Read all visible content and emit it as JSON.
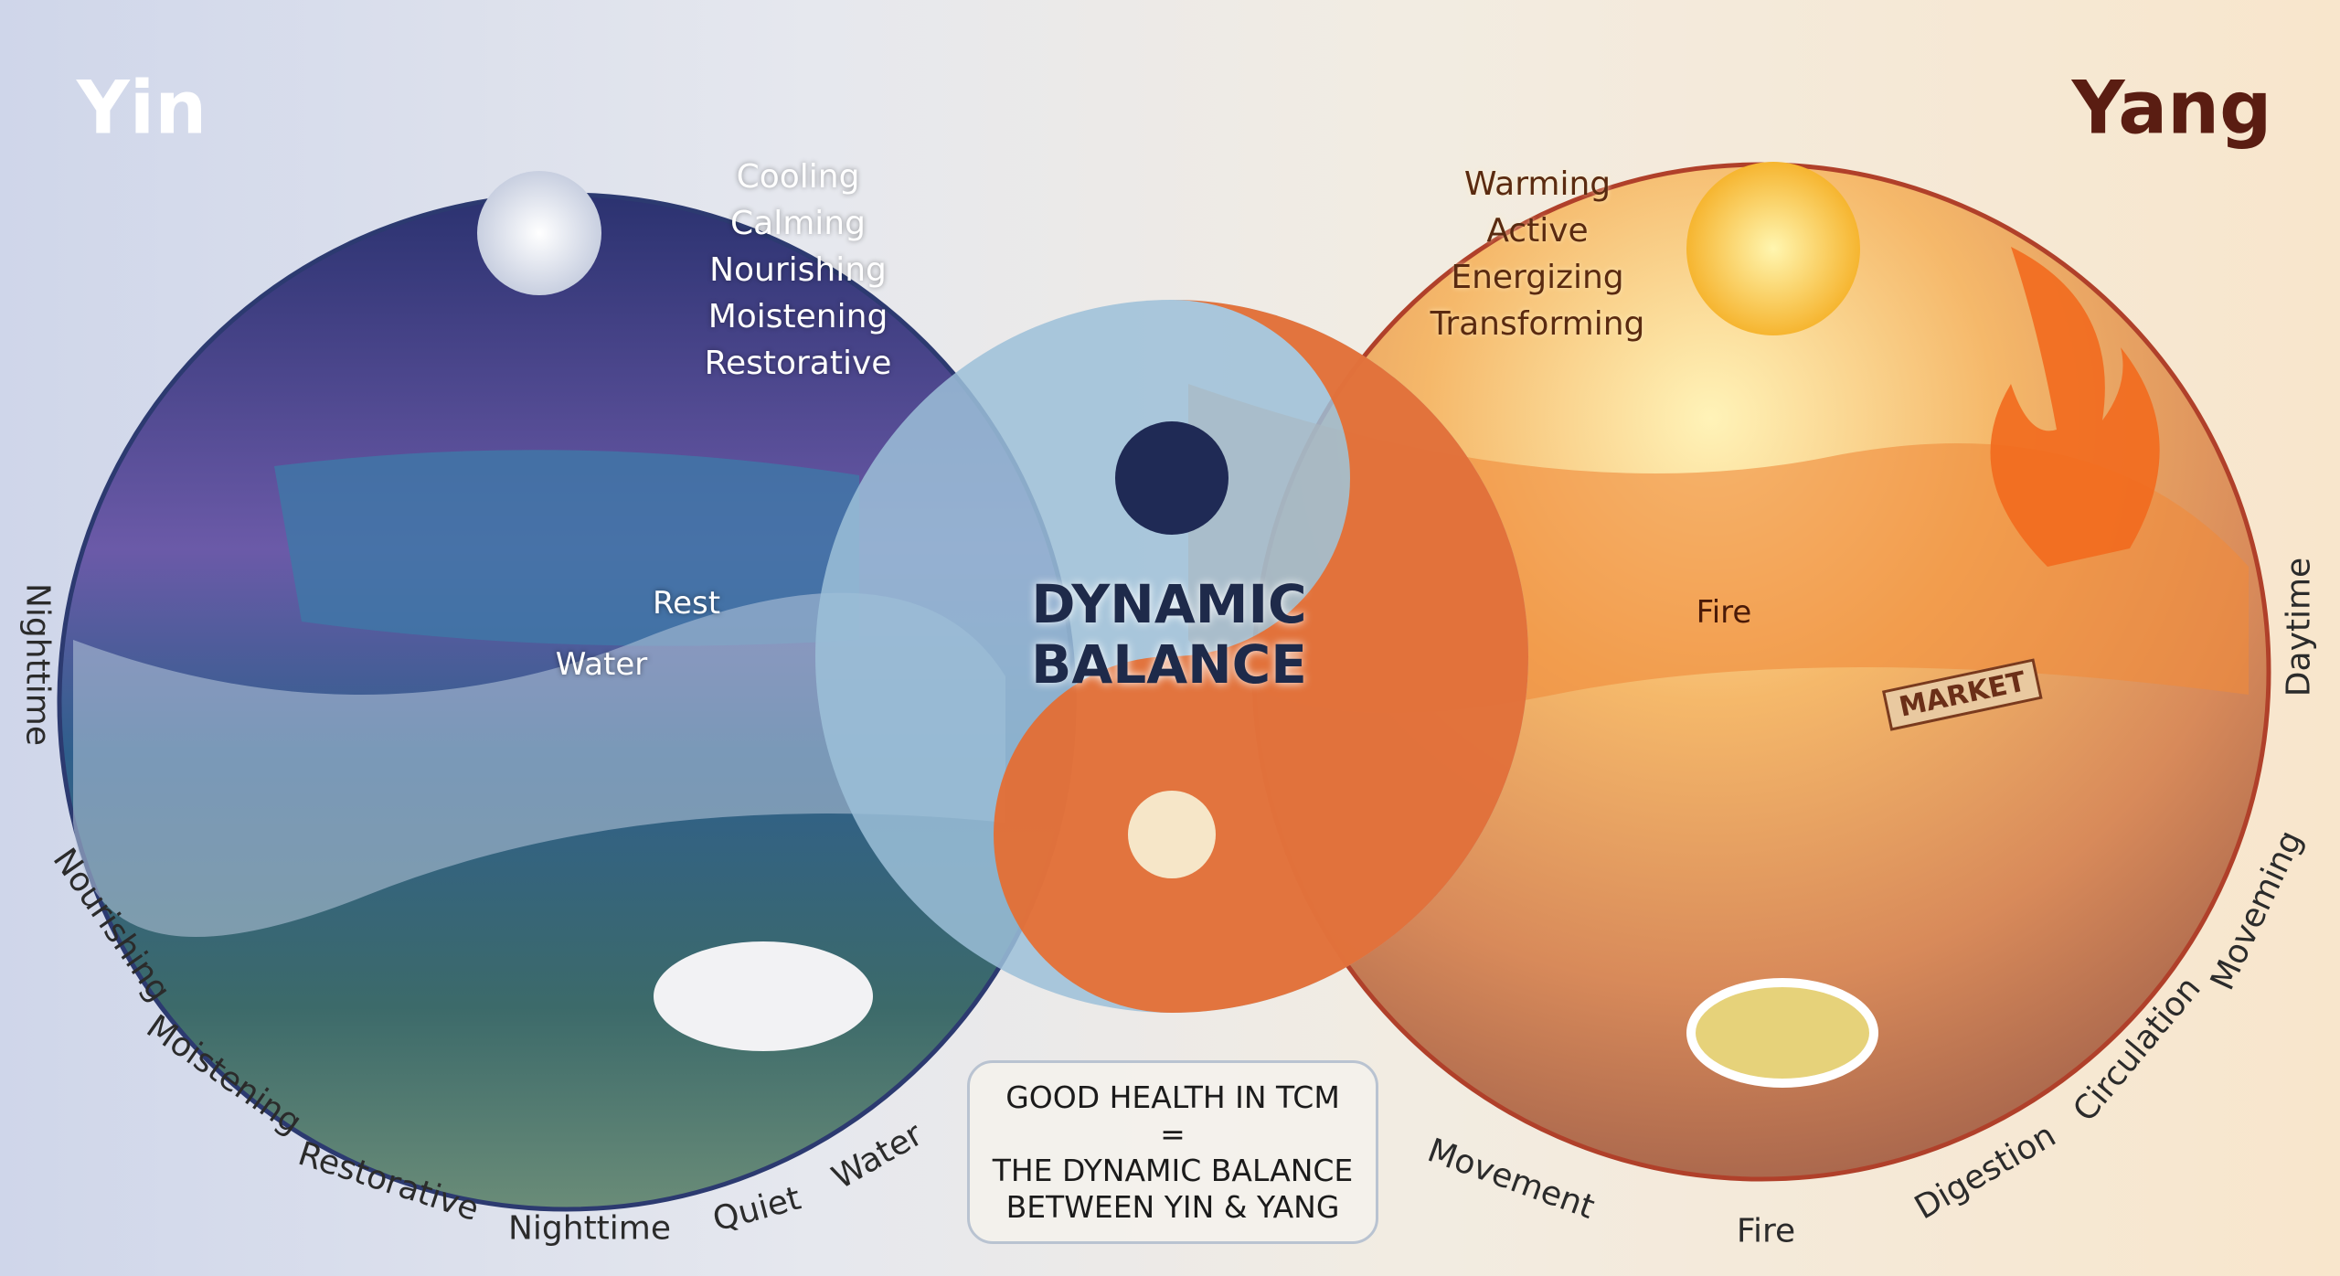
{
  "titles": {
    "yin": "Yin",
    "yang": "Yang"
  },
  "yin_qualities": [
    "Cooling",
    "Calming",
    "Nourishing",
    "Moistening",
    "Restorative"
  ],
  "yang_qualities": [
    "Warming",
    "Active",
    "Energizing",
    "Transforming"
  ],
  "inner_labels": {
    "rest": "Rest",
    "water": "Water",
    "fire": "Fire",
    "market": "MARKET"
  },
  "center": {
    "line1": "DYNAMIC",
    "line2": "BALANCE"
  },
  "summary": {
    "line1": "GOOD HEALTH IN TCM",
    "line2": "=",
    "line3": "THE DYNAMIC BALANCE",
    "line4": "BETWEEN YIN & YANG"
  },
  "yin_outer": [
    "Nighttime",
    "Nourishing",
    "Moistening",
    "Restorative",
    "Nighttime",
    "Quiet",
    "Water"
  ],
  "yang_outer": [
    "Movement",
    "Fire",
    "Digestion",
    "Circulation",
    "Moveming",
    "Daytime"
  ],
  "colors": {
    "yin": "#3b4a8a",
    "yang": "#e8692a"
  }
}
